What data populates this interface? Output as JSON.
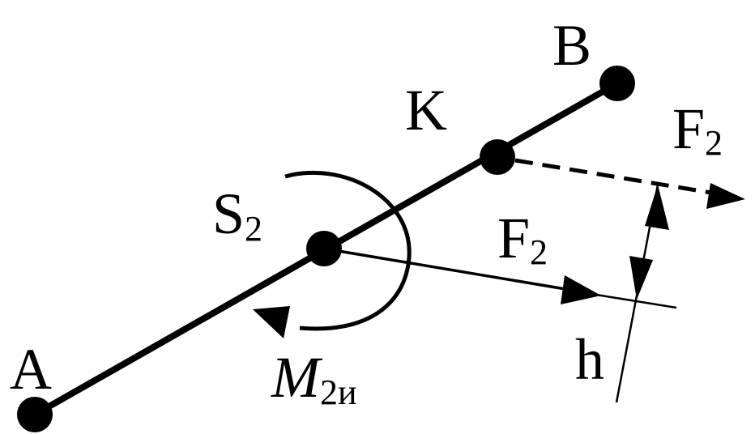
{
  "labels": {
    "point_a": "A",
    "point_b": "B",
    "point_k": "K",
    "point_s": "S",
    "point_s_sub": "2",
    "force_dashed": "F",
    "force_dashed_sub": "2",
    "force_solid": "F",
    "force_solid_sub": "2",
    "moment": "M",
    "moment_sub": "2и",
    "arm": "h"
  },
  "colors": {
    "ink": "#000000",
    "background": "#ffffff"
  }
}
